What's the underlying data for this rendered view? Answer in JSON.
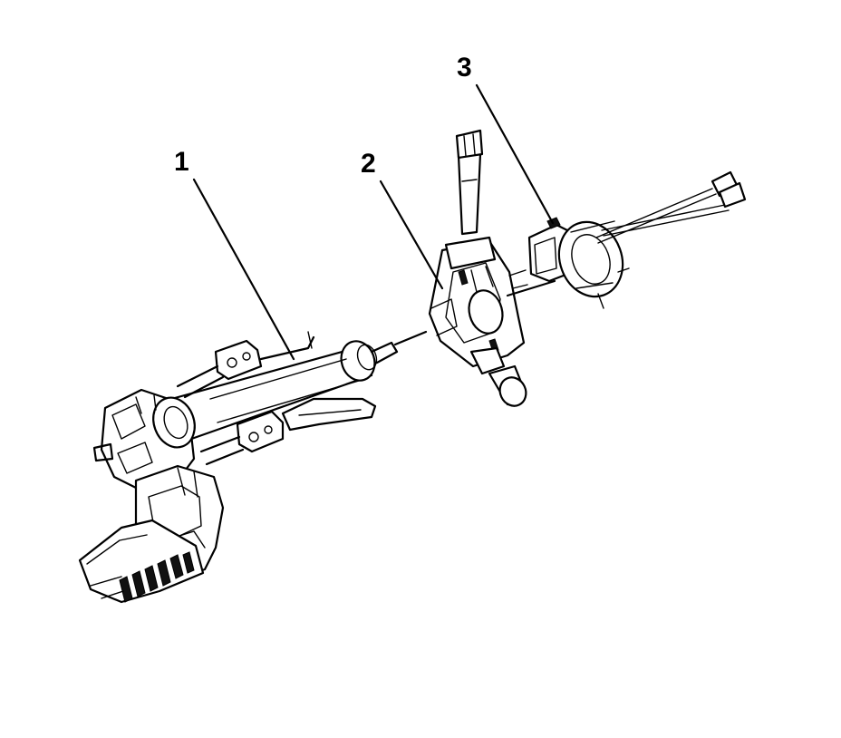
{
  "callouts": [
    {
      "id": "1",
      "text": "1"
    },
    {
      "id": "2",
      "text": "2"
    },
    {
      "id": "3",
      "text": "3"
    }
  ],
  "colors": {
    "ink": "#000000",
    "paper": "#ffffff"
  }
}
